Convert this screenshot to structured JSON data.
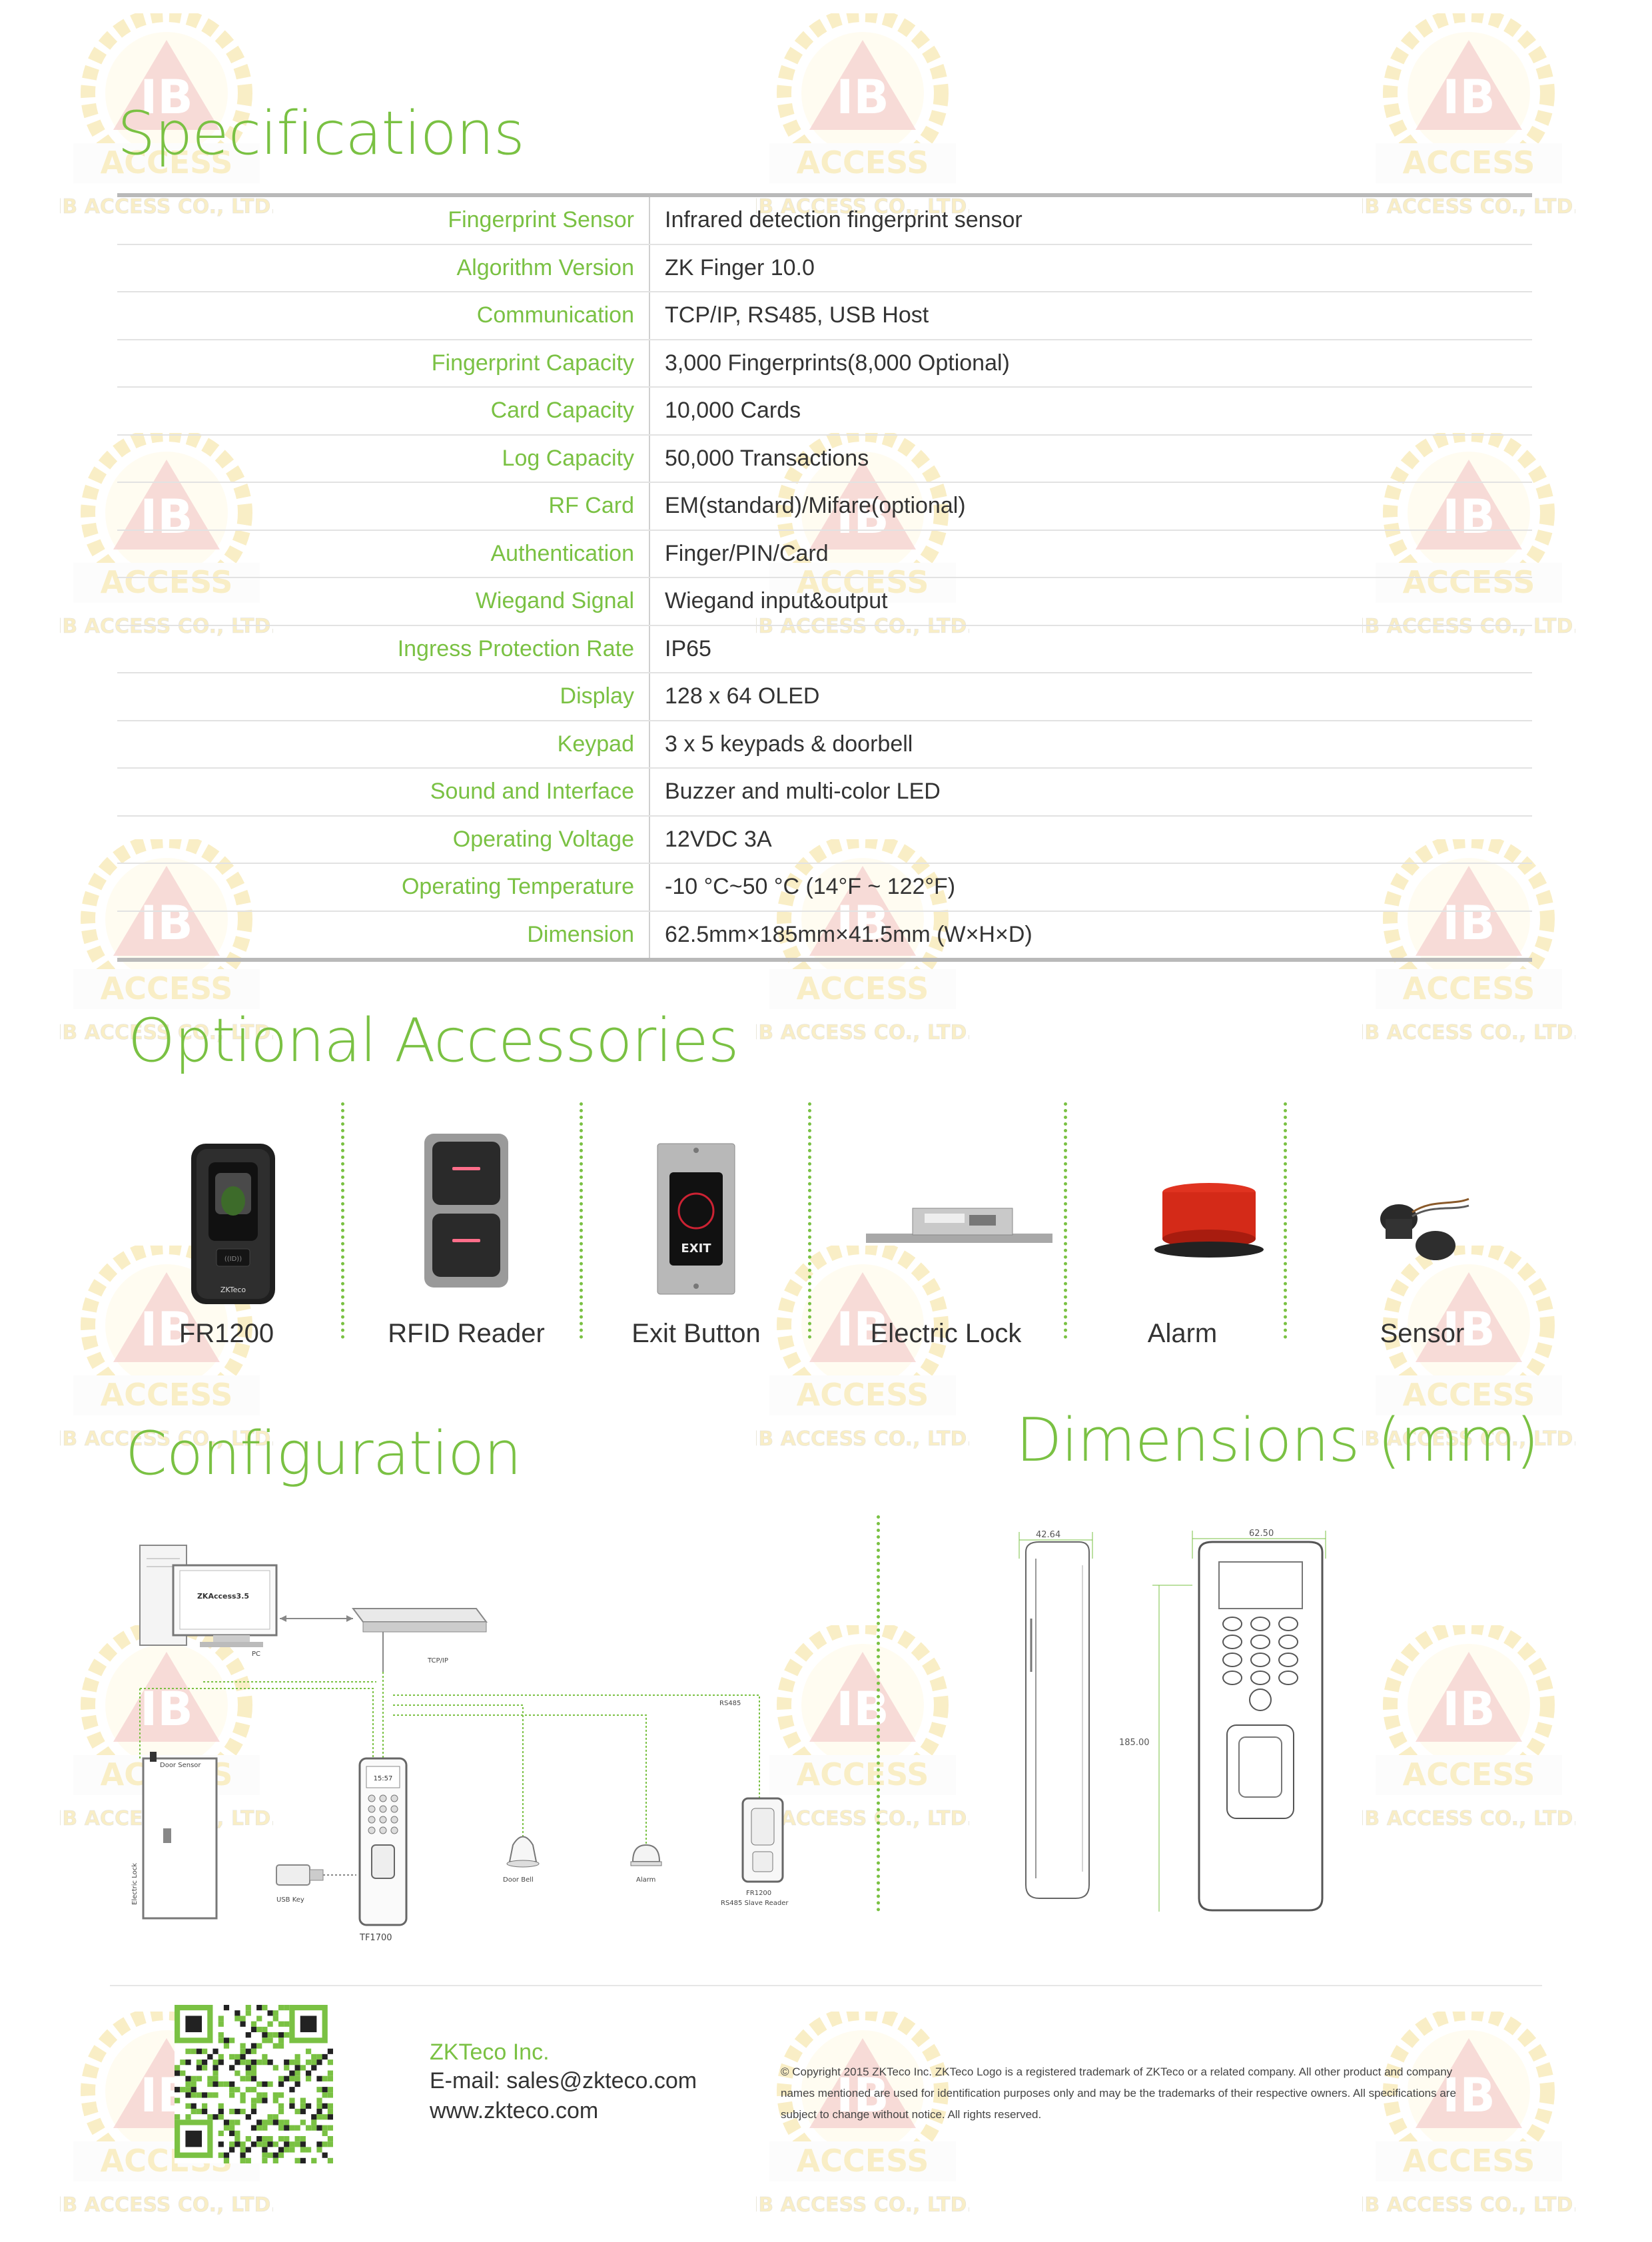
{
  "specifications": {
    "title": "Specifications",
    "rows": [
      {
        "label": "Fingerprint Sensor",
        "value": "Infrared detection fingerprint sensor"
      },
      {
        "label": "Algorithm Version",
        "value": "ZK Finger 10.0"
      },
      {
        "label": "Communication",
        "value": "TCP/IP, RS485, USB Host"
      },
      {
        "label": "Fingerprint Capacity",
        "value": "3,000 Fingerprints(8,000 Optional)"
      },
      {
        "label": "Card Capacity",
        "value": "10,000 Cards"
      },
      {
        "label": "Log Capacity",
        "value": "50,000 Transactions"
      },
      {
        "label": "RF Card",
        "value": "EM(standard)/Mifare(optional)"
      },
      {
        "label": "Authentication",
        "value": "Finger/PIN/Card"
      },
      {
        "label": "Wiegand Signal",
        "value": "Wiegand input&output"
      },
      {
        "label": "Ingress Protection Rate",
        "value": "IP65"
      },
      {
        "label": "Display",
        "value": "128 x 64 OLED"
      },
      {
        "label": "Keypad",
        "value": "3 x 5 keypads & doorbell"
      },
      {
        "label": "Sound and Interface",
        "value": "Buzzer and multi-color LED"
      },
      {
        "label": "Operating Voltage",
        "value": "12VDC 3A"
      },
      {
        "label": "Operating Temperature",
        "value": "-10 °C~50 °C (14°F ~ 122°F)"
      },
      {
        "label": "Dimension",
        "value": "62.5mm×185mm×41.5mm (W×H×D)"
      }
    ]
  },
  "accessories": {
    "title": "Optional Accessories",
    "items": [
      "FR1200",
      "RFID Reader",
      "Exit Button",
      "Electric Lock",
      "Alarm",
      "Sensor"
    ],
    "exit_text": "EXIT",
    "fr1200_brand": "ZKTeco"
  },
  "configuration": {
    "title": "Configuration",
    "labels": {
      "software": "ZKAccess3.5",
      "pc": "PC",
      "tcpip": "TCP/IP",
      "rs485": "RS485",
      "door_sensor": "Door Sensor",
      "electric_lock": "Electric Lock",
      "usb_key": "USB Key",
      "device": "TF1700",
      "device_time": "15:57",
      "door_bell": "Door Bell",
      "alarm": "Alarm",
      "reader_name": "FR1200",
      "reader_desc": "RS485 Slave Reader"
    }
  },
  "dimensions": {
    "title": "Dimensions (mm)",
    "depth": "42.64",
    "width": "62.50",
    "height": "185.00"
  },
  "footer": {
    "company": "ZKTeco Inc.",
    "email": "E-mail: sales@zkteco.com",
    "website": "www.zkteco.com",
    "copyright_lines": [
      "© Copyright 2015 ZKTeco Inc. ZKTeco Logo is a registered trademark of ZKTeco or a related company. All other product and company",
      "names mentioned are used for identification purposes only and may be the trademarks of their respective owners. All specifications are",
      "subject to change without notice. All rights reserved."
    ]
  },
  "watermark": {
    "line1": "ACCESS",
    "line2": "IB ACCESS CO., LTD.",
    "logo_letters": "IB"
  },
  "colors": {
    "accent": "#7ac143",
    "watermark_gold": "#e8b400",
    "watermark_red": "#d9443a"
  }
}
